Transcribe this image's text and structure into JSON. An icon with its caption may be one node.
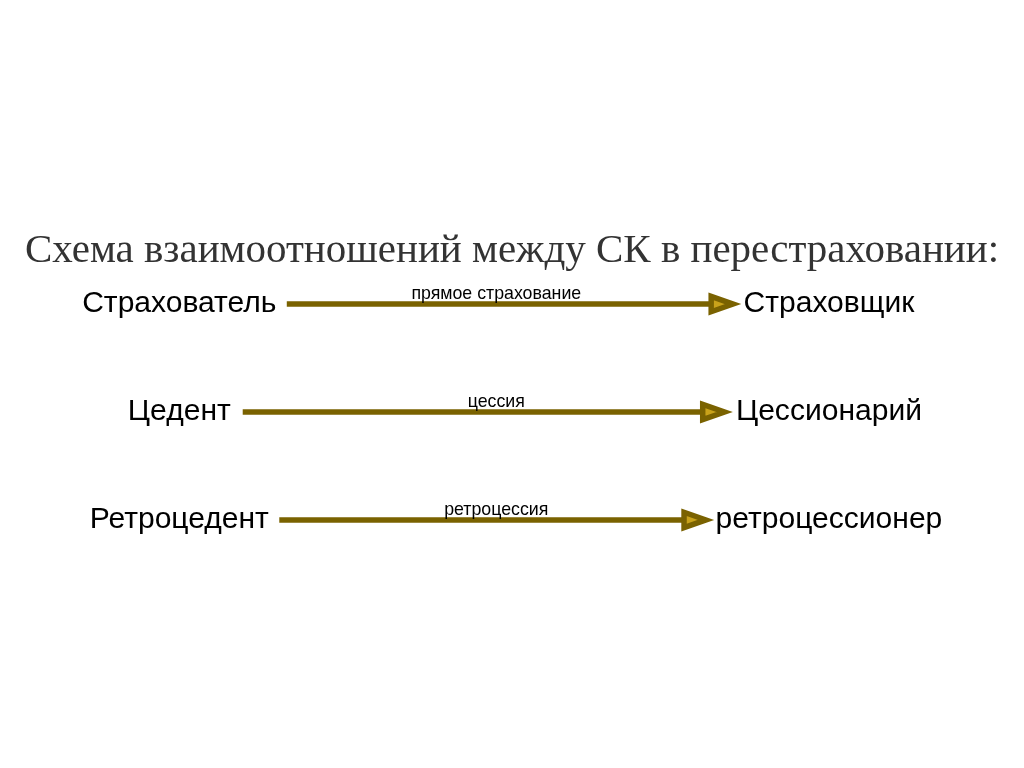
{
  "diagram": {
    "title": "Схема взаимоотношений между СК в перестраховании:",
    "nodes": [
      {
        "text": [
          "Страхователь"
        ]
      },
      {
        "text": [
          "Страховщик"
        ]
      },
      {
        "text": [
          "Цедент"
        ]
      },
      {
        "text": [
          "Цессионарий"
        ]
      },
      {
        "text": [
          "Ретроцедент"
        ]
      },
      {
        "text": [
          "ретроцессионер"
        ]
      }
    ],
    "edges": [
      {
        "from": 0,
        "to": 1,
        "arrow": "to",
        "label": "прямое страхование"
      },
      {
        "from": 2,
        "to": 3,
        "arrow": "to",
        "label": "цессия"
      },
      {
        "from": 4,
        "to": 5,
        "arrow": "to",
        "label": "ретроцессия"
      }
    ]
  }
}
